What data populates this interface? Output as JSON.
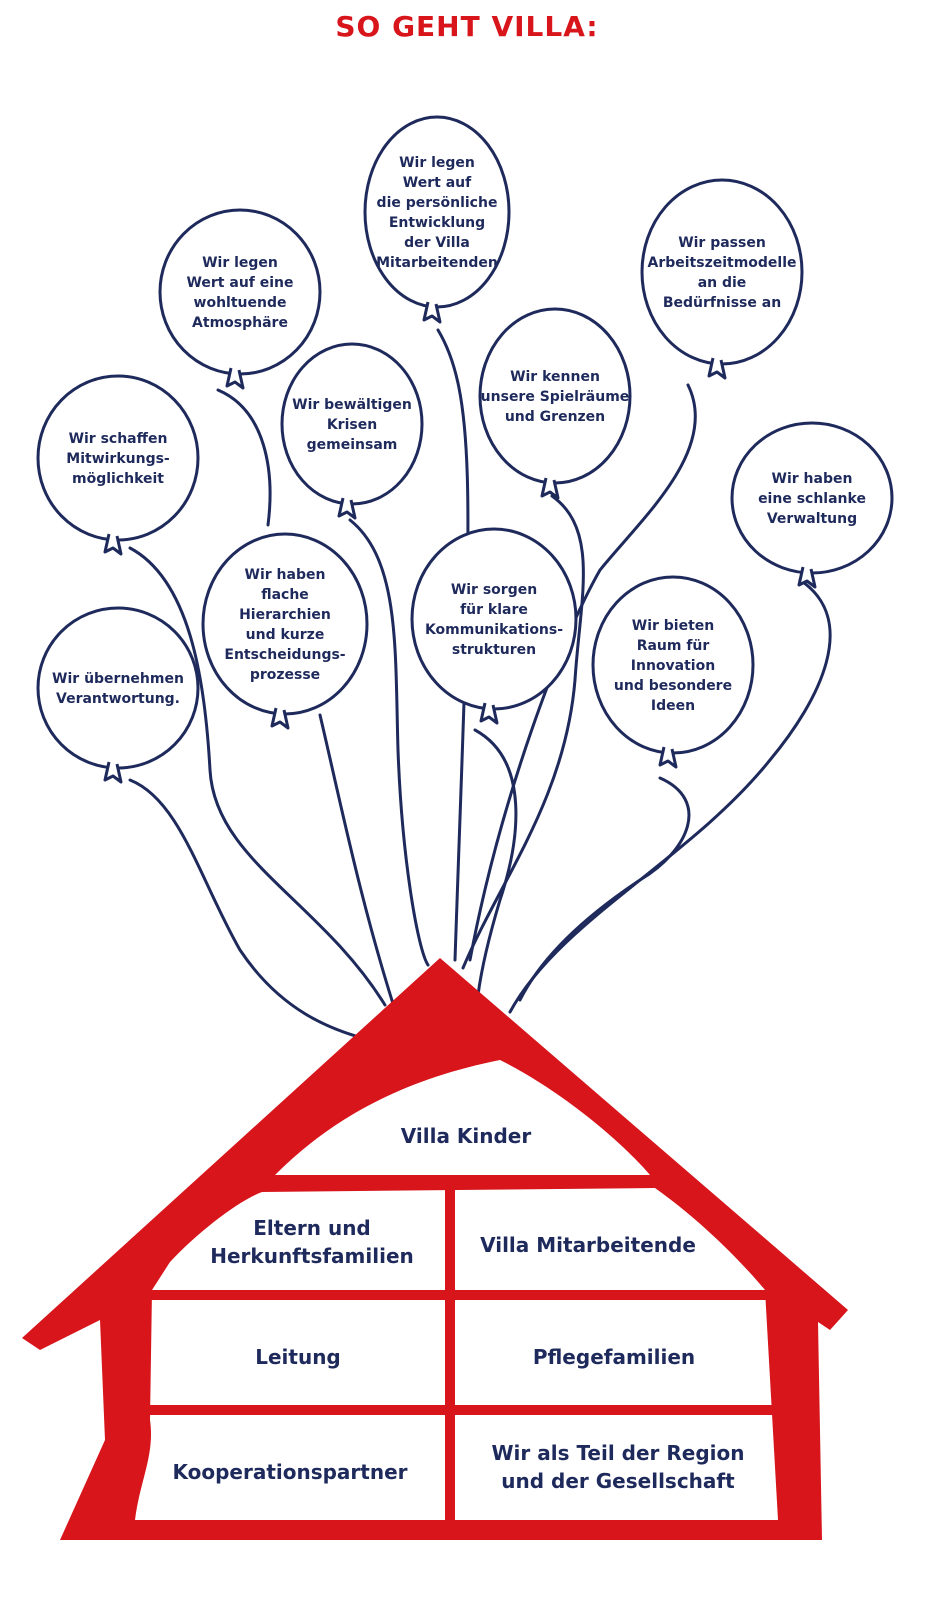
{
  "title": "SO GEHT VILLA:",
  "colors": {
    "navy": "#1f2a5c",
    "red": "#d7151b",
    "white": "#ffffff"
  },
  "balloons": [
    {
      "lines": [
        "Wir legen",
        "Wert auf",
        "die persönliche",
        "Entwicklung",
        "der Villa",
        "Mitarbeitenden"
      ]
    },
    {
      "lines": [
        "Wir passen",
        "Arbeitszeitmodelle",
        "an die",
        "Bedürfnisse an"
      ]
    },
    {
      "lines": [
        "Wir legen",
        "Wert auf eine",
        "wohltuende",
        "Atmosphäre"
      ]
    },
    {
      "lines": [
        "Wir kennen",
        "unsere Spielräume",
        "und Grenzen"
      ]
    },
    {
      "lines": [
        "Wir bewältigen",
        "Krisen",
        "gemeinsam"
      ]
    },
    {
      "lines": [
        "Wir schaffen",
        "Mitwirkungs-",
        "möglichkeit"
      ]
    },
    {
      "lines": [
        "Wir haben",
        "eine schlanke",
        "Verwaltung"
      ]
    },
    {
      "lines": [
        "Wir haben",
        "flache",
        "Hierarchien",
        "und kurze",
        "Entscheidungs-",
        "prozesse"
      ]
    },
    {
      "lines": [
        "Wir sorgen",
        "für klare",
        "Kommunikations-",
        "strukturen"
      ]
    },
    {
      "lines": [
        "Wir übernehmen",
        "Verantwortung."
      ]
    },
    {
      "lines": [
        "Wir bieten",
        "Raum für",
        "Innovation",
        "und besondere",
        "Ideen"
      ]
    }
  ],
  "house": {
    "roof": [
      "Villa Kinder"
    ],
    "cells": [
      {
        "lines": [
          "Eltern und",
          "Herkunftsfamilien"
        ]
      },
      {
        "lines": [
          "Villa Mitarbeitende"
        ]
      },
      {
        "lines": [
          "Leitung"
        ]
      },
      {
        "lines": [
          "Pflegefamilien"
        ]
      },
      {
        "lines": [
          "Kooperationspartner"
        ]
      },
      {
        "lines": [
          "Wir als Teil der Region",
          "und der Gesellschaft"
        ]
      }
    ]
  }
}
